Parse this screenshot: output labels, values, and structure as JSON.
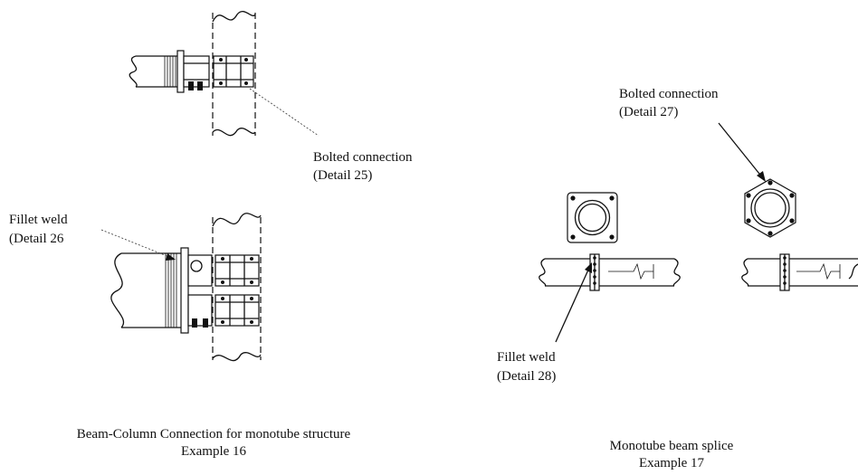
{
  "labels": {
    "bolted_25_line1": "Bolted connection",
    "bolted_25_line2": "(Detail 25)",
    "fillet_26_line1": "Fillet weld",
    "fillet_26_line2": "(Detail 26",
    "bolted_27_line1": "Bolted connection",
    "bolted_27_line2": "(Detail 27)",
    "fillet_28_line1": "Fillet weld",
    "fillet_28_line2": "(Detail 28)"
  },
  "captions": {
    "left_line1": "Beam-Column Connection for monotube structure",
    "left_line2": "Example 16",
    "right_line1": "Monotube beam splice",
    "right_line2": "Example 17"
  }
}
